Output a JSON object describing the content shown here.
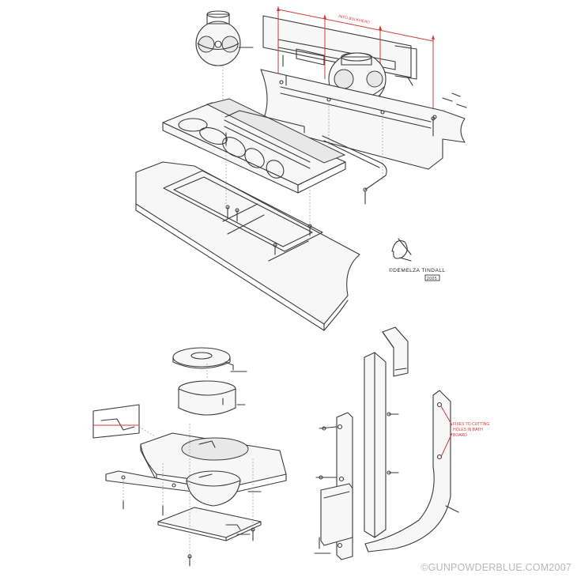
{
  "watermark": "©GUNPOWDERBLUE.COM2007",
  "annotations": {
    "into_bulkhead": "INTO BULKHEAD",
    "fixes_note": "FIXES TO CUTTING HOLES IN BATH BOARD"
  },
  "signature": {
    "name": "©DEMELZA TINDALL",
    "tag": "2005"
  },
  "colors": {
    "line": "#3a3a3a",
    "annotation_red": "#d23a3a",
    "watermark": "#b8b8b8"
  }
}
